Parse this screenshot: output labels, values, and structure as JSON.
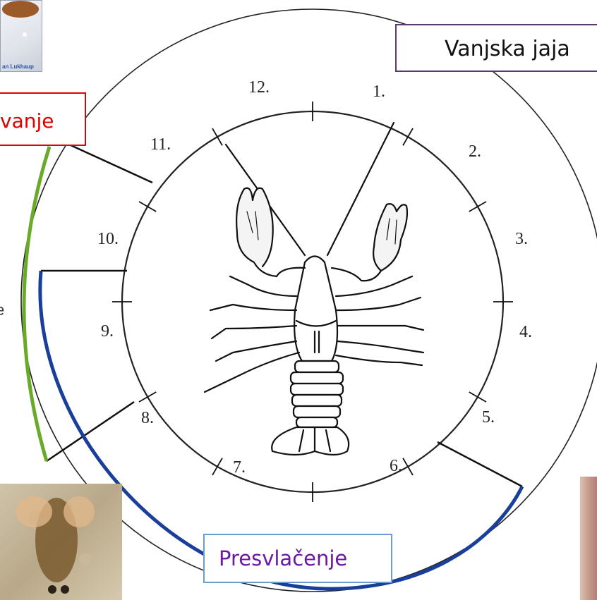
{
  "cycle": {
    "months": [
      "1.",
      "2.",
      "3.",
      "4.",
      "5.",
      "6.",
      "7.",
      "8.",
      "9.",
      "10.",
      "11.",
      "12."
    ]
  },
  "labels": {
    "outer_eggs": "Vanjska jaja",
    "mating": "vanje",
    "molting": "Presvlačenje"
  },
  "photos": {
    "top_left_caption": "an Lukhaup"
  },
  "colors": {
    "mating": "#e00000",
    "mating_arc": "#6aaa2a",
    "molting_arc": "#1a3f9a",
    "molting_text": "#6a1aa0",
    "outer_eggs_border": "#5a3a6a"
  }
}
